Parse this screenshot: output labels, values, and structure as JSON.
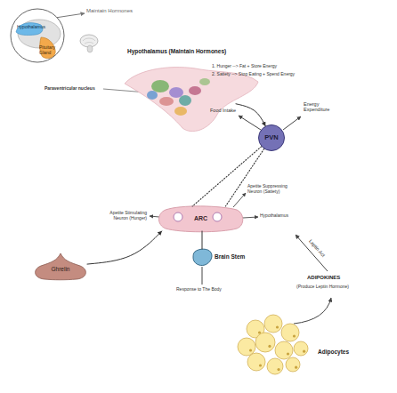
{
  "diagram": {
    "nodes": [
      {
        "text": [
          "Hypothalamus",
          "Pituitary Gland"
        ]
      },
      {
        "text": [
          "Hypothalamus (Maintain Hormones)"
        ]
      },
      {
        "text": [
          "PVN"
        ]
      },
      {
        "text": [
          "ARC"
        ]
      },
      {
        "text": [
          "Brain Stem"
        ]
      },
      {
        "text": [
          "Ghrelin"
        ]
      },
      {
        "text": [
          "Adipocytes"
        ]
      }
    ],
    "edges": [
      {
        "from": 1,
        "to": 2,
        "arrow": "to"
      },
      {
        "from": 2,
        "to": 3,
        "arrow": "none"
      },
      {
        "from": 2,
        "to": 3,
        "arrow": "none"
      },
      {
        "from": 3,
        "to": 4,
        "arrow": "none"
      },
      {
        "from": 5,
        "to": 3,
        "arrow": "to"
      }
    ],
    "labels": [
      "Maintain Hormones",
      "1. Hunger --> Fat + Store Energy",
      "2. Satiety --> Stop Eating + Spend Energy",
      "Paraventricular nucleus",
      "Food Intake",
      "Energy Expenditure",
      "Apetite Suppressing Neuron (Satiety)",
      "Apetite Stimulating Neuron (Hunger)",
      "Hypothalamus",
      "Response to The Body",
      "Leptin Act",
      "ADIPOKINES",
      "(Produce Leptin Hormone)"
    ]
  }
}
